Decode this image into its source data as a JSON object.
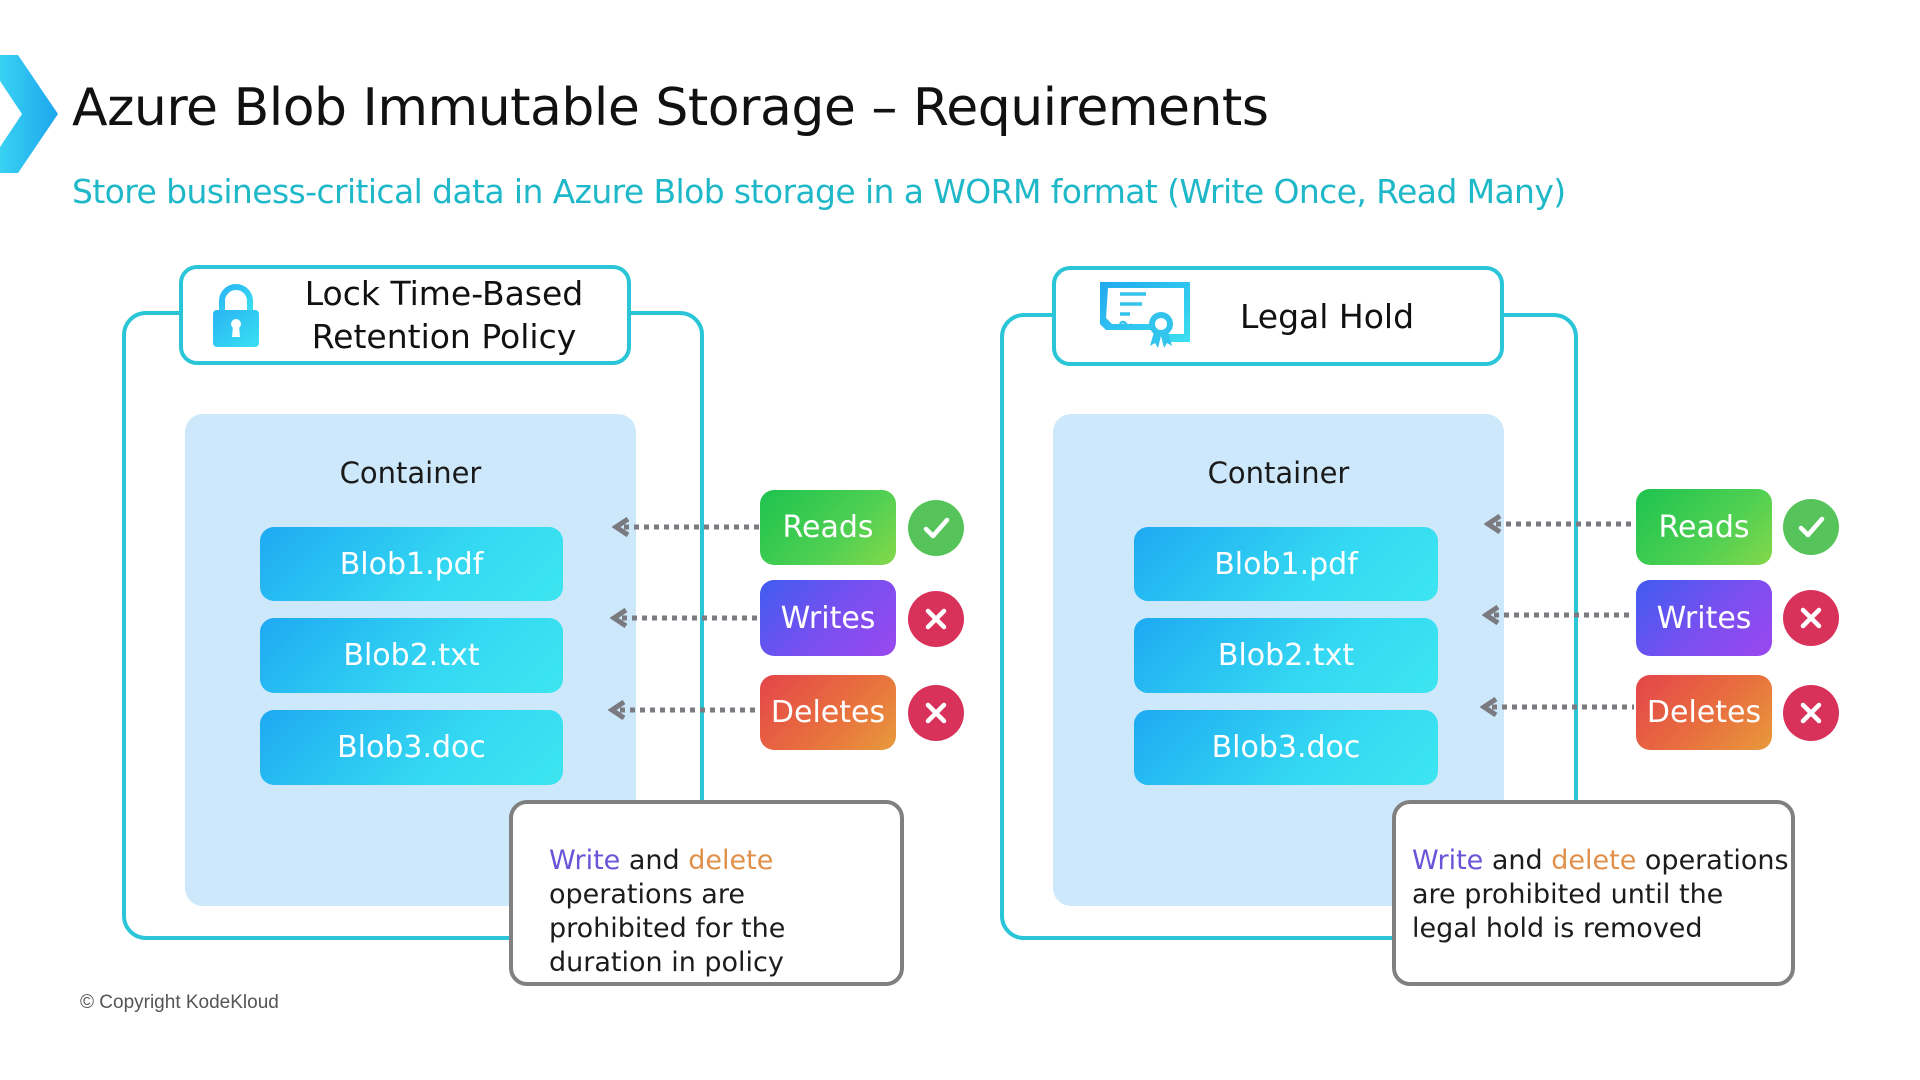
{
  "header": {
    "title": "Azure Blob Immutable Storage – Requirements",
    "subtitle": "Store business-critical data in Azure Blob storage in a WORM format (Write Once, Read Many)"
  },
  "colors": {
    "accent": "#2ac5d6",
    "subtitle": "#1fb8c9",
    "container_bg": "#cde8fa",
    "reads": "#3fcb50",
    "writes": "#7050f0",
    "deletes": "#e6703e",
    "allowed": "#56c45b",
    "denied": "#d8325a",
    "note_border": "#808080"
  },
  "panels": [
    {
      "icon": "lock-icon",
      "heading_line1": "Lock Time-Based",
      "heading_line2": "Retention Policy",
      "container_label": "Container",
      "blobs": [
        "Blob1.pdf",
        "Blob2.txt",
        "Blob3.doc"
      ],
      "operations": [
        {
          "label": "Reads",
          "status": "allowed",
          "status_icon": "check-icon"
        },
        {
          "label": "Writes",
          "status": "denied",
          "status_icon": "x-icon"
        },
        {
          "label": "Deletes",
          "status": "denied",
          "status_icon": "x-icon"
        }
      ],
      "note": {
        "write_word": "Write",
        "and_word": " and ",
        "delete_word": "delete",
        "line1_rest": "",
        "rest": "operations are prohibited for the duration in policy"
      }
    },
    {
      "icon": "certificate-icon",
      "heading_line1": "Legal Hold",
      "heading_line2": "",
      "container_label": "Container",
      "blobs": [
        "Blob1.pdf",
        "Blob2.txt",
        "Blob3.doc"
      ],
      "operations": [
        {
          "label": "Reads",
          "status": "allowed",
          "status_icon": "check-icon"
        },
        {
          "label": "Writes",
          "status": "denied",
          "status_icon": "x-icon"
        },
        {
          "label": "Deletes",
          "status": "denied",
          "status_icon": "x-icon"
        }
      ],
      "note": {
        "write_word": "Write",
        "and_word": " and ",
        "delete_word": "delete",
        "line1_rest": " operations",
        "rest": "are prohibited until the legal hold is removed"
      }
    }
  ],
  "footer": {
    "copyright": "© Copyright KodeKloud"
  }
}
